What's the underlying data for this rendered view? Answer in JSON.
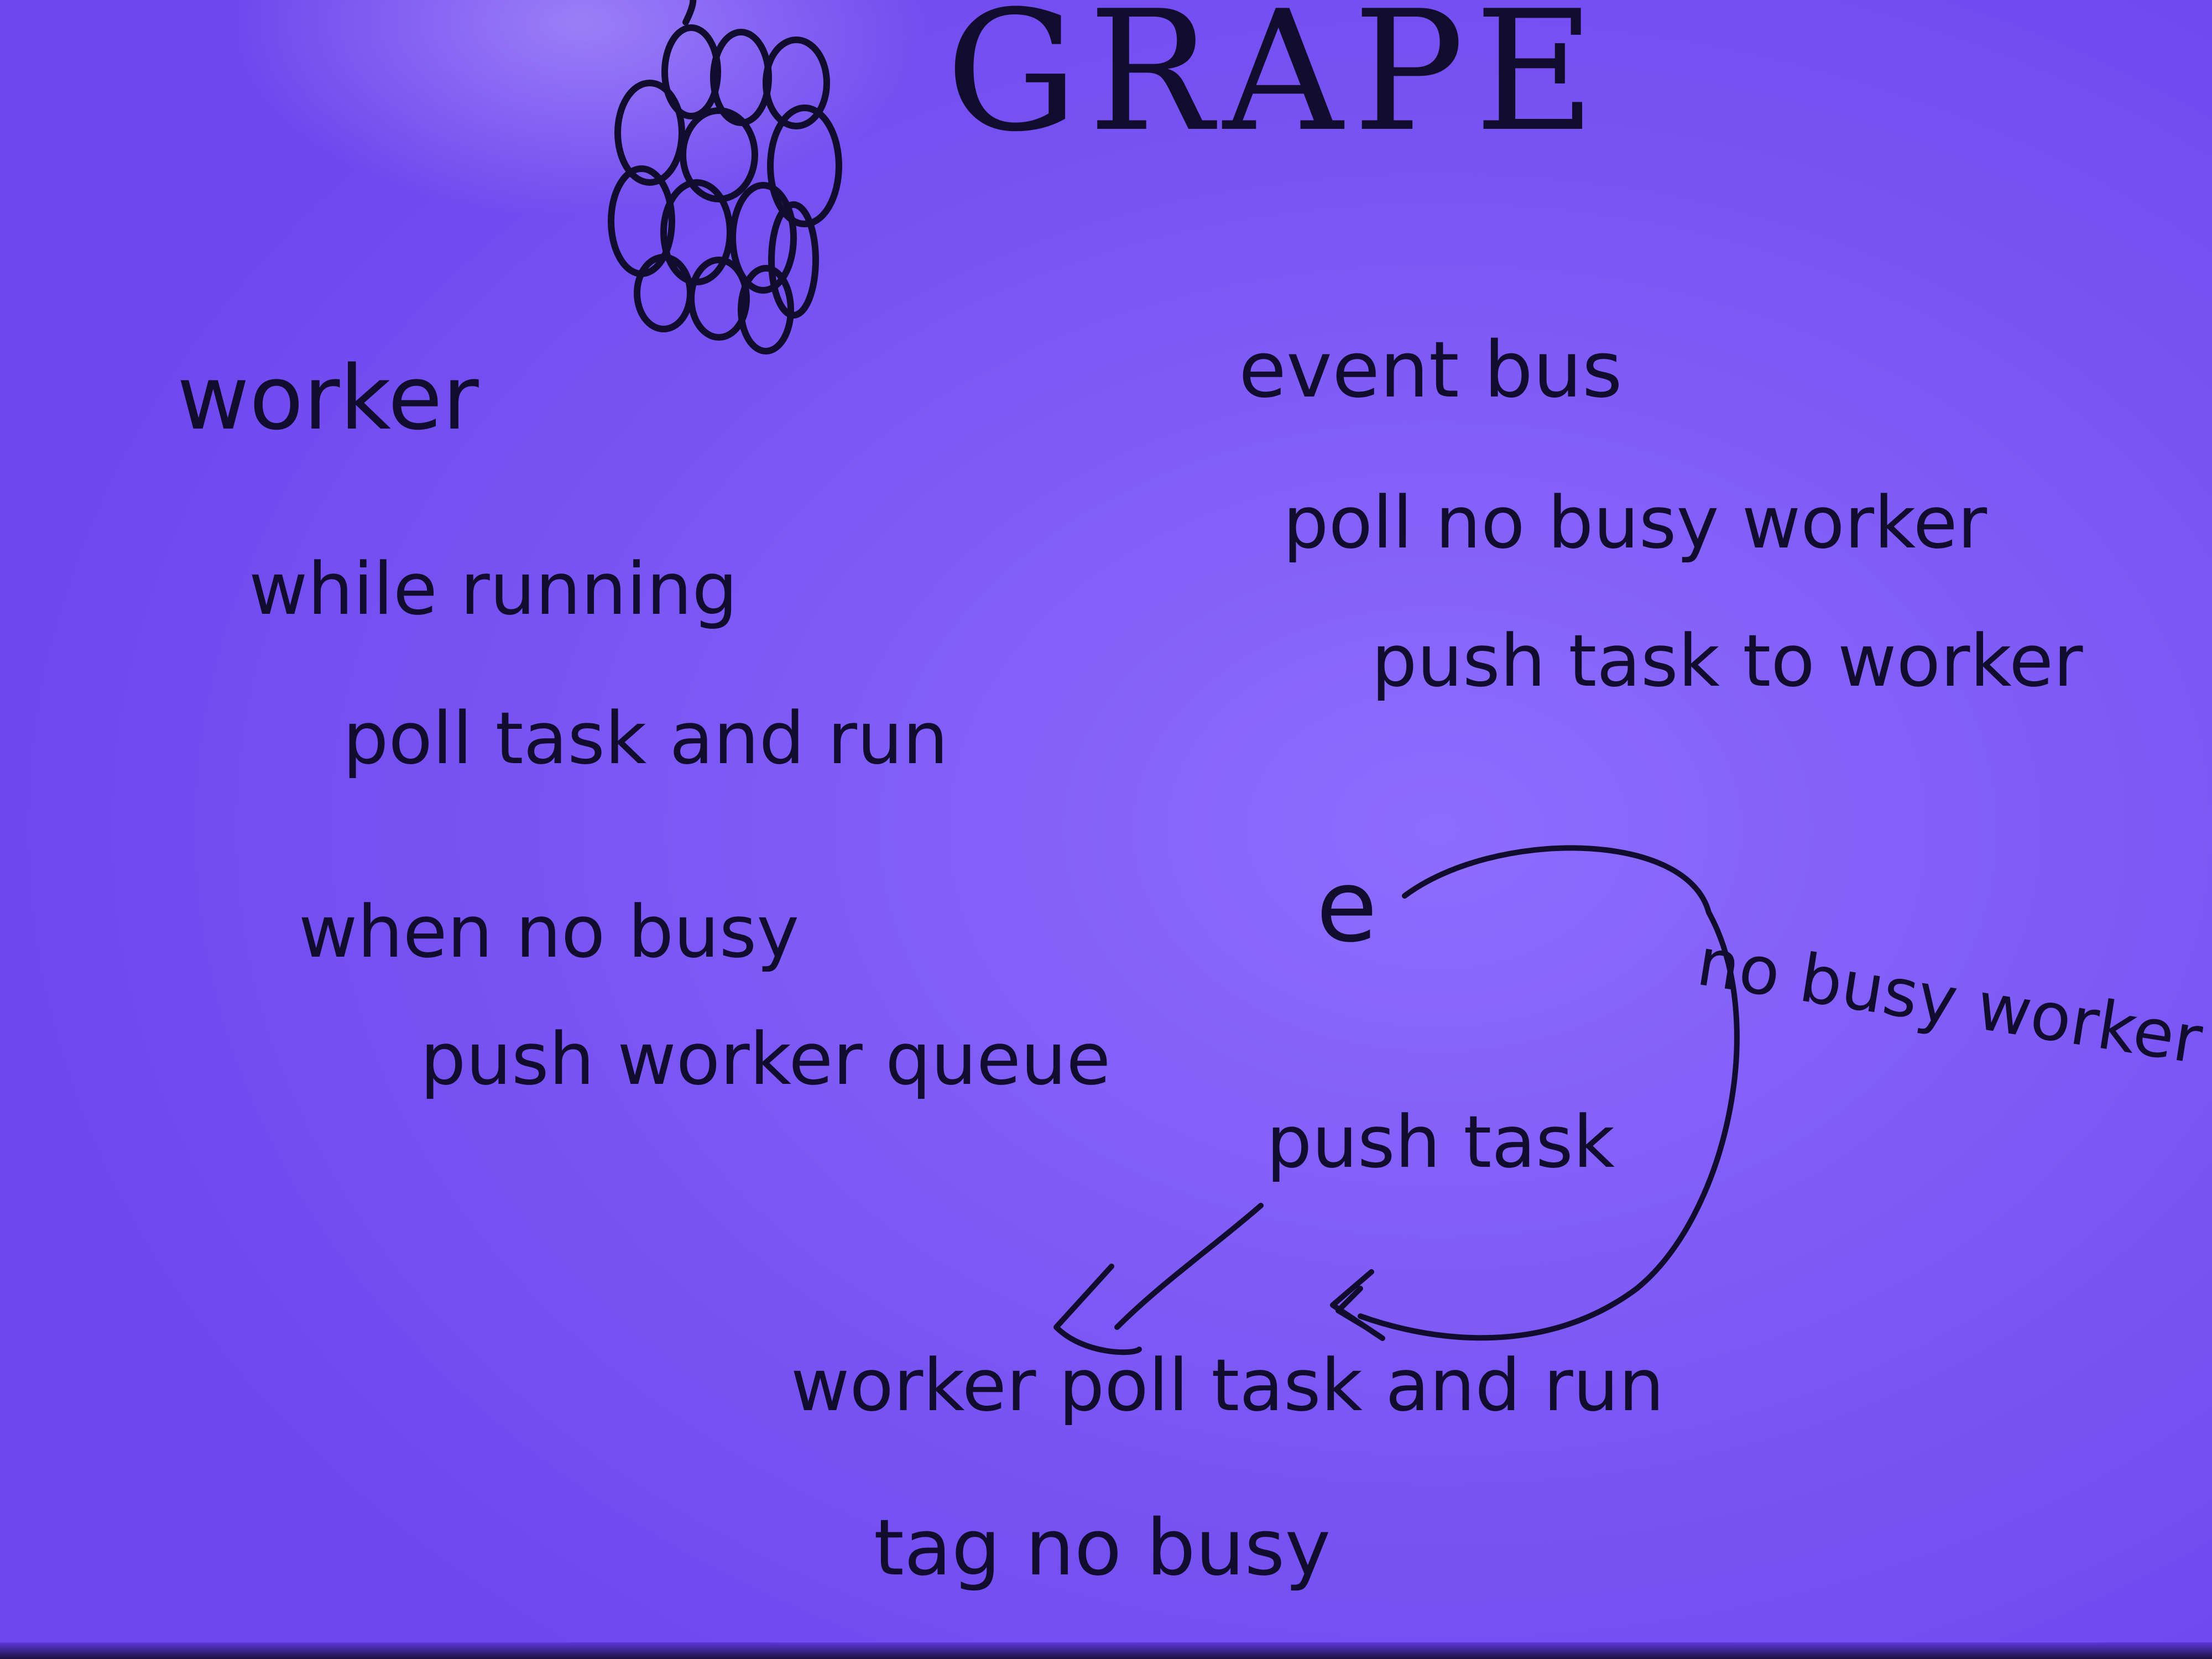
{
  "title": "GRAPE",
  "grape_drawing": "grape-cluster-icon",
  "worker": {
    "heading": "worker",
    "lines": [
      "while running",
      "poll task and run",
      "when no busy",
      "push worker queue"
    ]
  },
  "event_bus": {
    "heading": "event bus",
    "lines": [
      "poll no busy worker",
      "push task to worker"
    ]
  },
  "flow": {
    "node": "e",
    "edge_no_busy_worker": "no busy worker",
    "edge_push_task": "push task"
  },
  "bottom": {
    "lines": [
      "worker poll task and run",
      "tag no busy"
    ]
  },
  "colors": {
    "board": "#7a55f2",
    "ink": "#120c2e"
  }
}
